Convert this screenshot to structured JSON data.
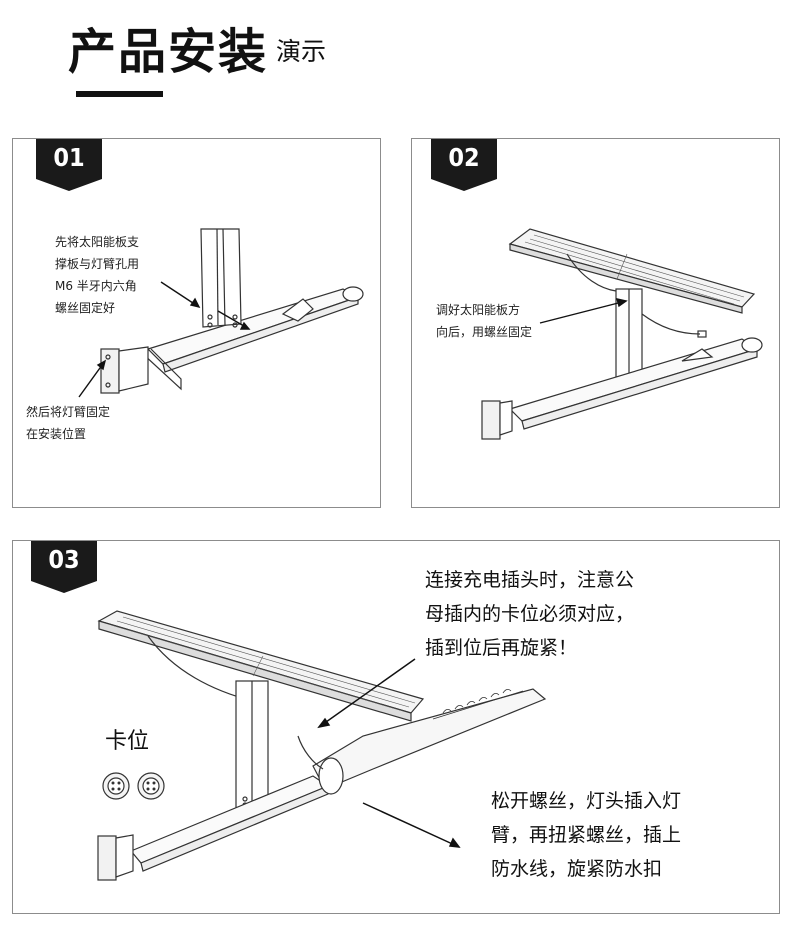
{
  "header": {
    "title": "产品安装",
    "subtitle": "演示"
  },
  "steps": [
    {
      "number": "01",
      "notes": [
        {
          "lines": [
            "先将太阳能板支",
            "撑板与灯臂孔用",
            "M6  半牙内六角",
            "螺丝固定好"
          ]
        },
        {
          "lines": [
            "然后将灯臂固定",
            "在安装位置"
          ]
        }
      ]
    },
    {
      "number": "02",
      "notes": [
        {
          "lines": [
            "调好太阳能板方",
            "向后，用螺丝固定"
          ]
        }
      ]
    },
    {
      "number": "03",
      "notes": [
        {
          "lines": [
            "连接充电插头时，注意公",
            "母插内的卡位必须对应，",
            "插到位后再旋紧！"
          ]
        },
        {
          "lines": [
            "松开螺丝，灯头插入灯",
            "臂，再扭紧螺丝，插上",
            "防水线，旋紧防水扣"
          ]
        }
      ],
      "label": "卡位"
    }
  ],
  "colors": {
    "badge": "#1a1a1a",
    "border": "#8c8c8c",
    "text": "#111111"
  }
}
